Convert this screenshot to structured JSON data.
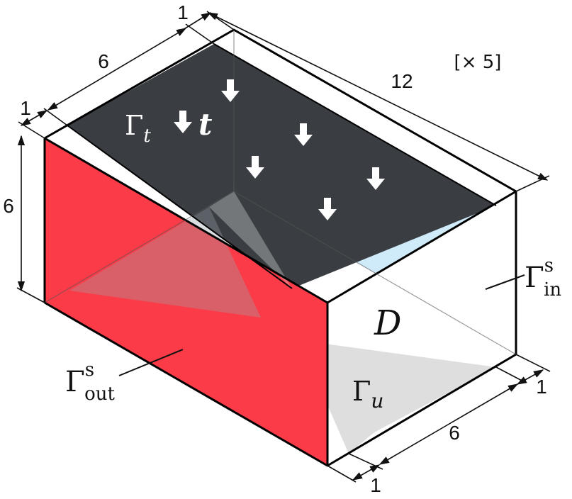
{
  "diagram": {
    "scale_note": "[× 5]",
    "dimensions": {
      "top_left_offset": "1",
      "top_left_width": "6",
      "top_right_offset": "1",
      "length": "12",
      "height": "6",
      "bottom_right_offset": "1",
      "bottom_width": "6",
      "bottom_left_offset": "1"
    },
    "labels": {
      "traction_surface": "Γ",
      "traction_sub": "t",
      "traction_vector": "t",
      "domain": "D",
      "inlet": "Γ",
      "inlet_sup": "s",
      "inlet_sub": "in",
      "outlet": "Γ",
      "outlet_sup": "s",
      "outlet_sub": "out",
      "fixed_surface": "Γ",
      "fixed_sub": "u"
    },
    "colors": {
      "outlet_face": "#fb3b48",
      "inlet_face": "#cfeaf9",
      "traction_face": "#3a3e43",
      "fixed_face": "#dcdcdc",
      "edge": "#000000"
    }
  }
}
